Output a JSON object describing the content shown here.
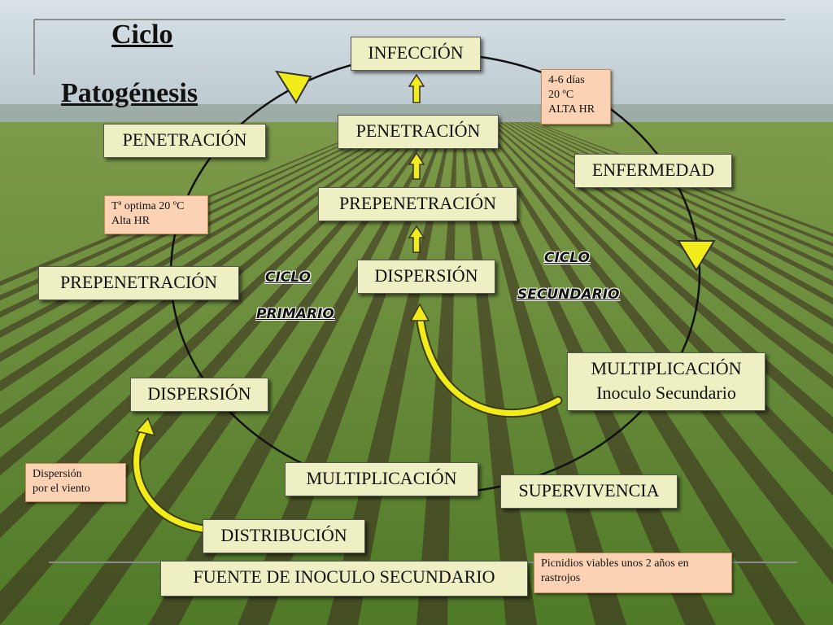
{
  "title": {
    "line1": "Ciclo",
    "line2": "Patogénesis"
  },
  "cycle_labels": {
    "primary_1": "CICLO",
    "primary_2": "PRIMARIO",
    "secondary_1": "CICLO",
    "secondary_2": "SECUNDARIO"
  },
  "boxes": {
    "infeccion": "INFECCIÓN",
    "penetracion_center": "PENETRACIÓN",
    "prepenetracion_center": "PREPENETRACIÓN",
    "dispersion_center": "DISPERSIÓN",
    "penetracion_left": "PENETRACIÓN",
    "prepenetracion_left": "PREPENETRACIÓN",
    "dispersion_left": "DISPERSIÓN",
    "enfermedad": "ENFERMEDAD",
    "multiplicacion_sec_1": "MULTIPLICACIÓN",
    "multiplicacion_sec_2": "Inoculo Secundario",
    "supervivencia": "SUPERVIVENCIA",
    "multiplicacion": "MULTIPLICACIÓN",
    "distribucion": "DISTRIBUCIÓN",
    "fuente": "FUENTE DE INOCULO SECUNDARIO"
  },
  "notes": {
    "conditions_1": "4-6 días",
    "conditions_2": "20 ºC",
    "conditions_3": "ALTA HR",
    "temp_1": "Tª optima 20 ºC",
    "temp_2": "Alta HR",
    "wind_1": "Dispersión",
    "wind_2": "por el viento",
    "picnidios": "Picnidios viables unos 2 años en rastrojos"
  },
  "colors": {
    "box_fill": "#eef0c4",
    "note_fill": "#fcd2b4",
    "arrow_yellow": "#f2ec1a",
    "sky": "#c9d6dc",
    "field_green": "#6e8f3a"
  }
}
